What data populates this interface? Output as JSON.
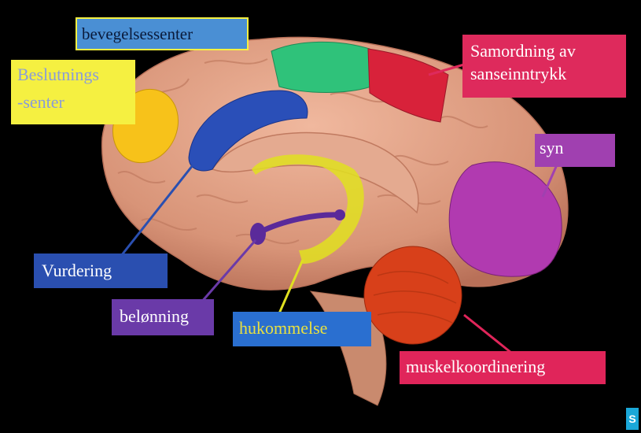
{
  "labels": {
    "bevegelsessenter": "bevegelsessenter",
    "beslutning_line1": "Beslutnings",
    "beslutning_line2": "-senter",
    "samordning_line1": "Samordning av",
    "samordning_line2": "sanseinntrykk",
    "syn": "syn",
    "vurdering": "Vurdering",
    "belonning": "belønning",
    "hukommelse": "hukommelse",
    "muskelkoordinering": "muskelkoordinering"
  },
  "colors": {
    "background": "#000000",
    "brain": "#dc9a80",
    "bevegelse_region": "#2fc27a",
    "samordning_region": "#d8223a",
    "syn_region": "#b13ab0",
    "beslutning_region": "#f7c21a",
    "vurdering_region": "#2a4fb8",
    "belonning_region": "#5a2a9a",
    "hukommelse_region": "#e0e020",
    "muskel_region": "#d8401a",
    "label_blue_bg": "#4a8fd4",
    "label_yellow_bg": "#f5f041",
    "label_red_bg": "#de2a5c",
    "label_purple_bg": "#a040b0",
    "label_navy_bg": "#2a4fb0",
    "label_violet_bg": "#6a3aa8",
    "label_hukommelse_bg": "#2a6fd0",
    "label_muskel_bg": "#e0255a"
  }
}
